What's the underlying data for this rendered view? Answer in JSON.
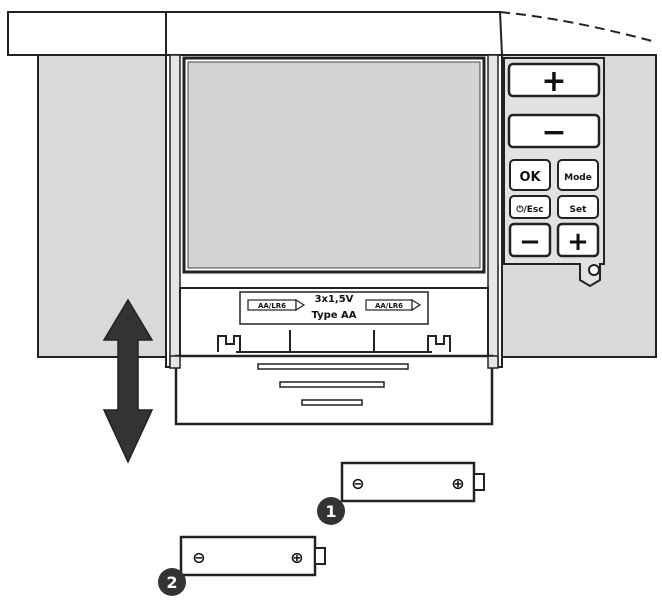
{
  "buttons": {
    "plus_large": "+",
    "minus_large": "−",
    "ok": "OK",
    "mode": "Mode",
    "power_esc": "⏻/Esc",
    "set": "Set",
    "minus_small": "−",
    "plus_small": "+"
  },
  "compartment": {
    "battery_label": "AA/LR6",
    "spec_line1": "3x1,5V",
    "spec_line2": "Type AA"
  },
  "batteries": [
    {
      "step": "1",
      "neg": "⊖",
      "pos": "⊕"
    },
    {
      "step": "2",
      "neg": "⊖",
      "pos": "⊕"
    }
  ]
}
